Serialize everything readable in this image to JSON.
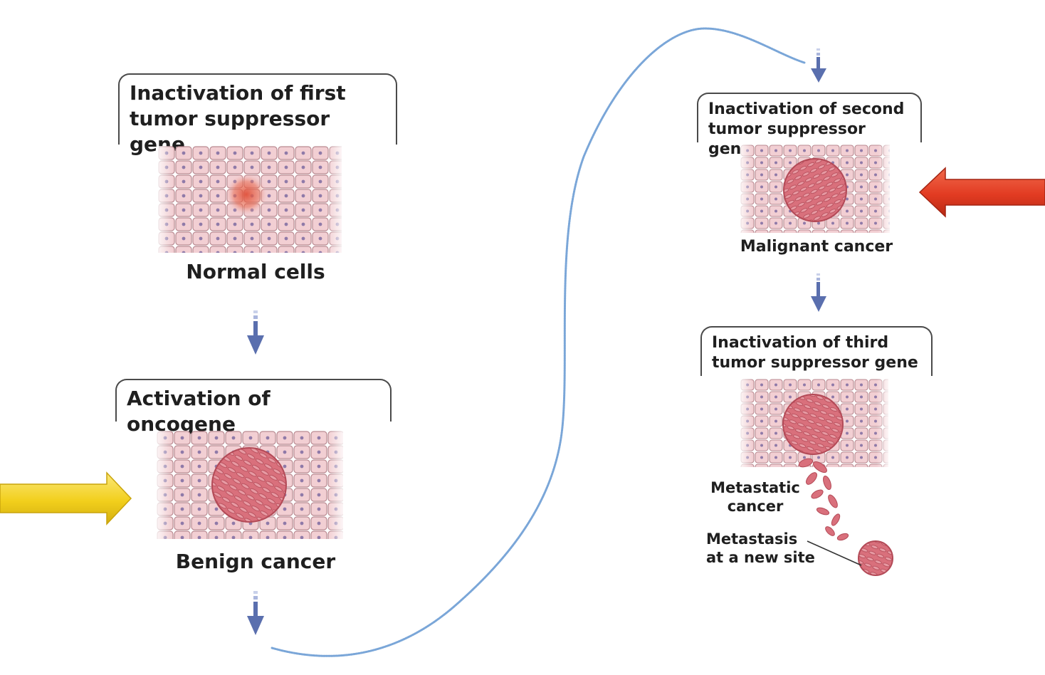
{
  "steps": [
    {
      "id": "first-tumor-suppressor",
      "box_lines": [
        "Inactivation of first",
        "tumor suppressor gene"
      ],
      "caption": "Normal cells"
    },
    {
      "id": "oncogene",
      "box_lines": [
        "Activation of oncogene"
      ],
      "caption": "Benign cancer"
    },
    {
      "id": "second-tumor-suppressor",
      "box_lines": [
        "Inactivation of second",
        "tumor suppressor gene"
      ],
      "caption": "Malignant cancer"
    },
    {
      "id": "third-tumor-suppressor",
      "box_lines": [
        "Inactivation of third",
        "tumor suppressor gene"
      ],
      "labels": [
        "Metastatic",
        "cancer",
        "Metastasis",
        "at a new site"
      ]
    }
  ],
  "colors": {
    "tissue_cell": "#f2cfd3",
    "tissue_cell_border": "#b98a91",
    "nucleus": "#8f7aa8",
    "tumor": "#d9707c",
    "tumor_dark": "#b34a57",
    "flow_arrow": "#5a6fae",
    "connector_line": "#7aa6d8",
    "highlight_yellow": "#f2cf1c",
    "highlight_red": "#e23b22"
  },
  "icons": {
    "flow": "arrow-down-icon",
    "highlight_left": "yellow-arrow-right-icon",
    "highlight_right": "red-arrow-left-icon"
  }
}
